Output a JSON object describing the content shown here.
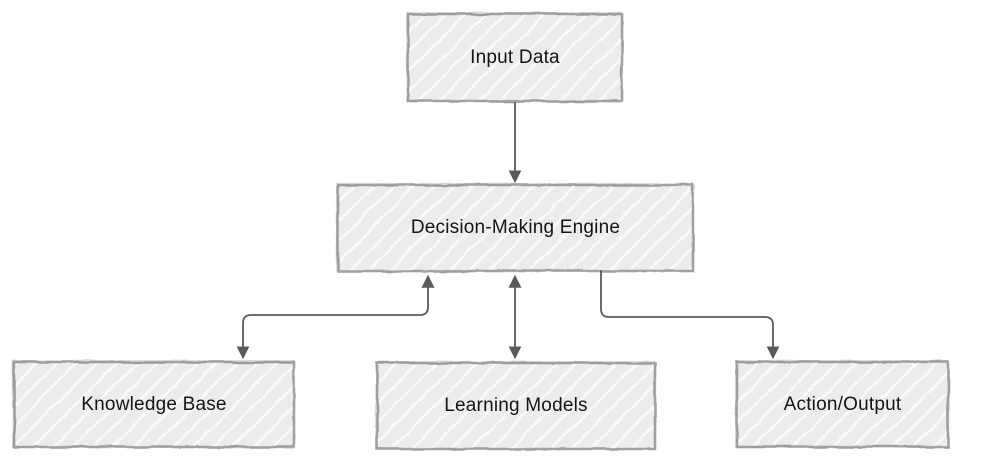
{
  "diagram": {
    "type": "flowchart",
    "orientation": "top-down",
    "background_color": "#ffffff",
    "style": "hand-drawn-sketch",
    "colors": {
      "node_fill": "#ececec",
      "node_hatch": "#fafafa",
      "node_border": "#9b9b9b",
      "edge_stroke": "#5b5b5b",
      "arrowhead_fill": "#5b5b5b",
      "text": "#141414"
    },
    "nodes": [
      {
        "id": "input-data",
        "label": "Input Data",
        "row": "top"
      },
      {
        "id": "decision-making-engine",
        "label": "Decision-Making Engine",
        "row": "middle"
      },
      {
        "id": "knowledge-base",
        "label": "Knowledge Base",
        "row": "bottom"
      },
      {
        "id": "learning-models",
        "label": "Learning Models",
        "row": "bottom"
      },
      {
        "id": "action-output",
        "label": "Action/Output",
        "row": "bottom"
      }
    ],
    "edges": [
      {
        "from": "input-data",
        "to": "decision-making-engine",
        "direction": "one-way"
      },
      {
        "from": "decision-making-engine",
        "to": "knowledge-base",
        "direction": "bidirectional"
      },
      {
        "from": "decision-making-engine",
        "to": "learning-models",
        "direction": "bidirectional"
      },
      {
        "from": "decision-making-engine",
        "to": "action-output",
        "direction": "one-way"
      }
    ]
  }
}
